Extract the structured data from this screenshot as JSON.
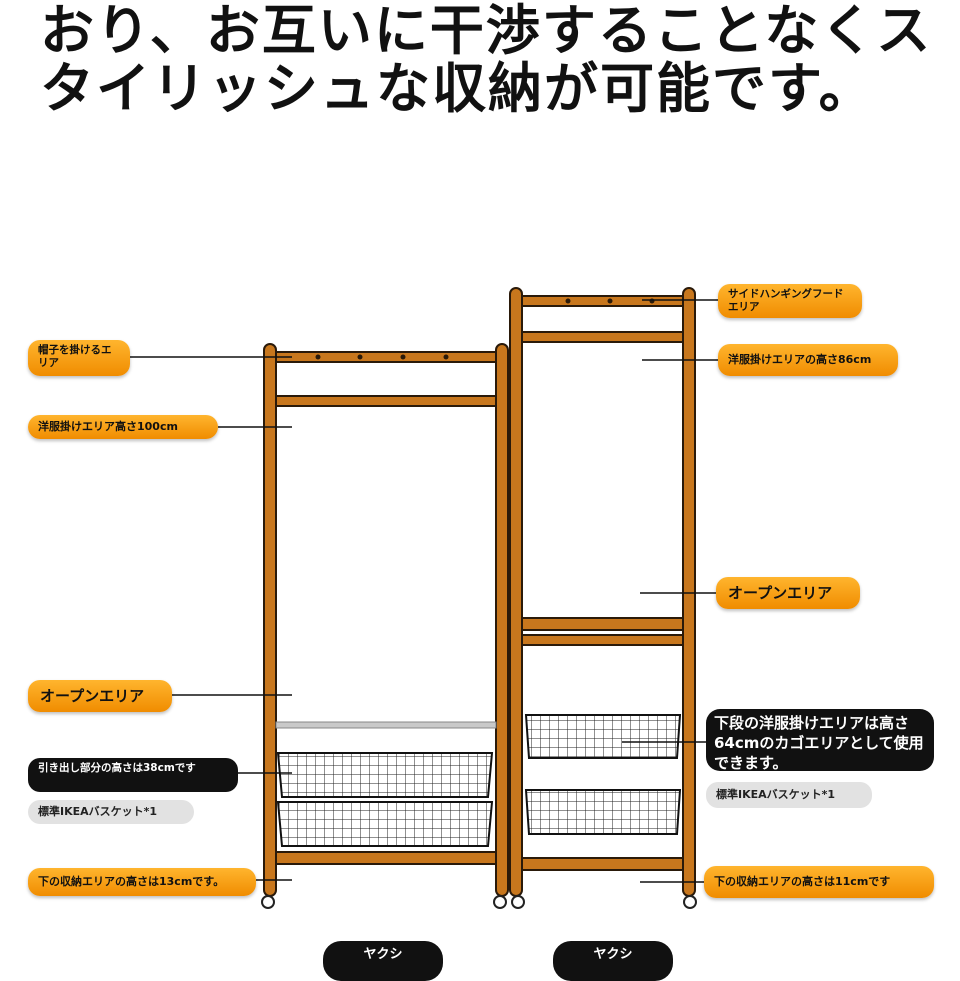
{
  "headline": {
    "cut_line": "おり、お互いに干渉することなくス",
    "line1": "おり、お互いに干渉することなくス",
    "line2": "タイリッシュな収納が可能です。"
  },
  "labels": {
    "hat_area": "帽子を掛けるエリア",
    "left_hanging_height": "洋服掛けエリア高さ100cm",
    "left_open_area": "オープンエリア",
    "left_drawer_height": "引き出し部分の高さは38cmです",
    "left_ikea_basket": "標準IKEAバスケット*1",
    "left_bottom_storage": "下の収納エリアの高さは13cmです。",
    "side_hanging_hood": "サイドハンギングフードエリア",
    "right_hanging_height": "洋服掛けエリアの高さ86cm",
    "right_open_area": "オープンエリア",
    "lower_hanging_basket": "下段の洋服掛けエリアは高さ64cmのカゴエリアとして使用できます。",
    "right_ikea_basket": "標準IKEAバスケット*1",
    "right_bottom_storage": "下の収納エリアの高さは11cmです"
  },
  "tabs": [
    "ヤクシ",
    "ヤクシ"
  ],
  "colors": {
    "wood": "#c8771d",
    "wood_outline": "#2a1a0a",
    "orange_label": "#f59a12",
    "black_label": "#111111",
    "grey_label": "#e2e2e2"
  }
}
